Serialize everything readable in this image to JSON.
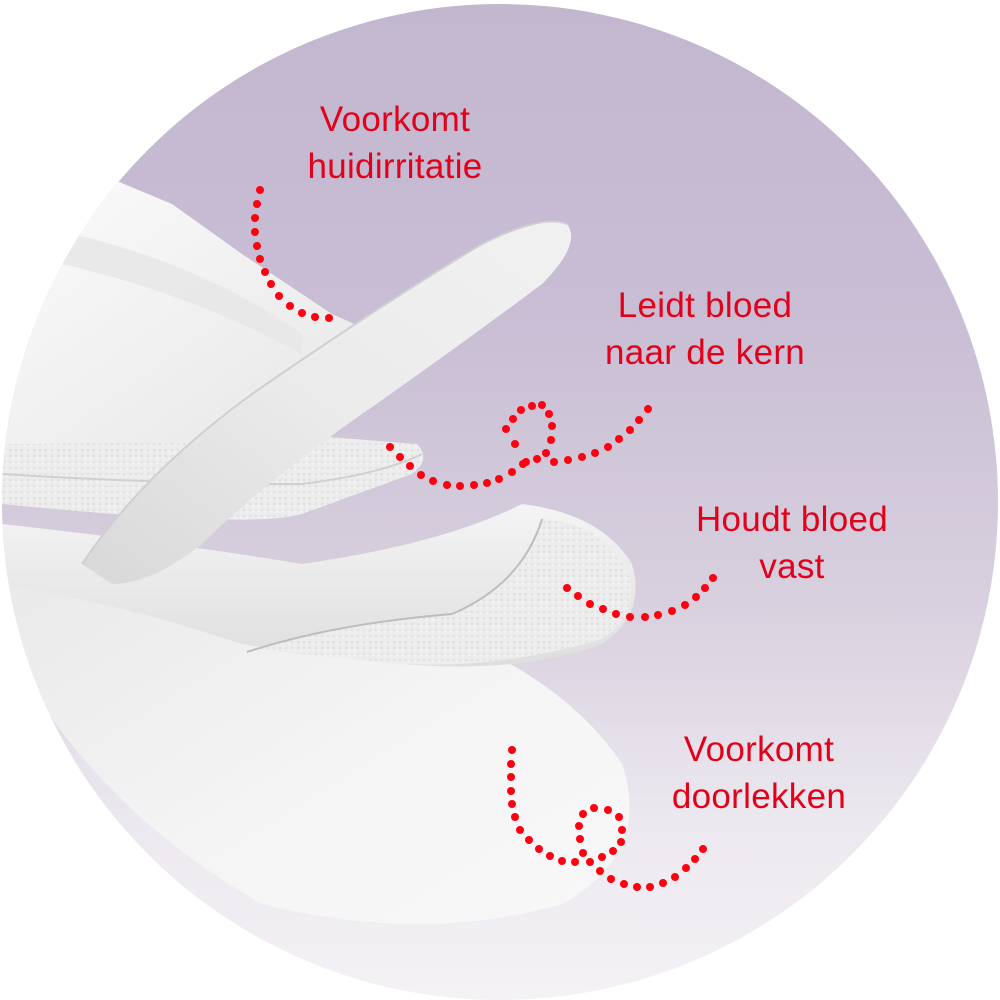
{
  "colors": {
    "label_red": "#e2001a",
    "dot_red": "#ff0010",
    "background_top": "#c2b7cf",
    "background_bottom": "#f4f2f5",
    "pad_white": "#f3f3f3"
  },
  "labels": [
    {
      "id": "skin-irritation",
      "line1": "Voorkomt",
      "line2": "huidirritatie"
    },
    {
      "id": "blood-to-core",
      "line1": "Leidt bloed",
      "line2": "naar de kern"
    },
    {
      "id": "holds-blood",
      "line1": "Houdt bloed",
      "line2": "vast"
    },
    {
      "id": "prevents-leaking",
      "line1": "Voorkomt",
      "line2": "doorlekken"
    }
  ]
}
